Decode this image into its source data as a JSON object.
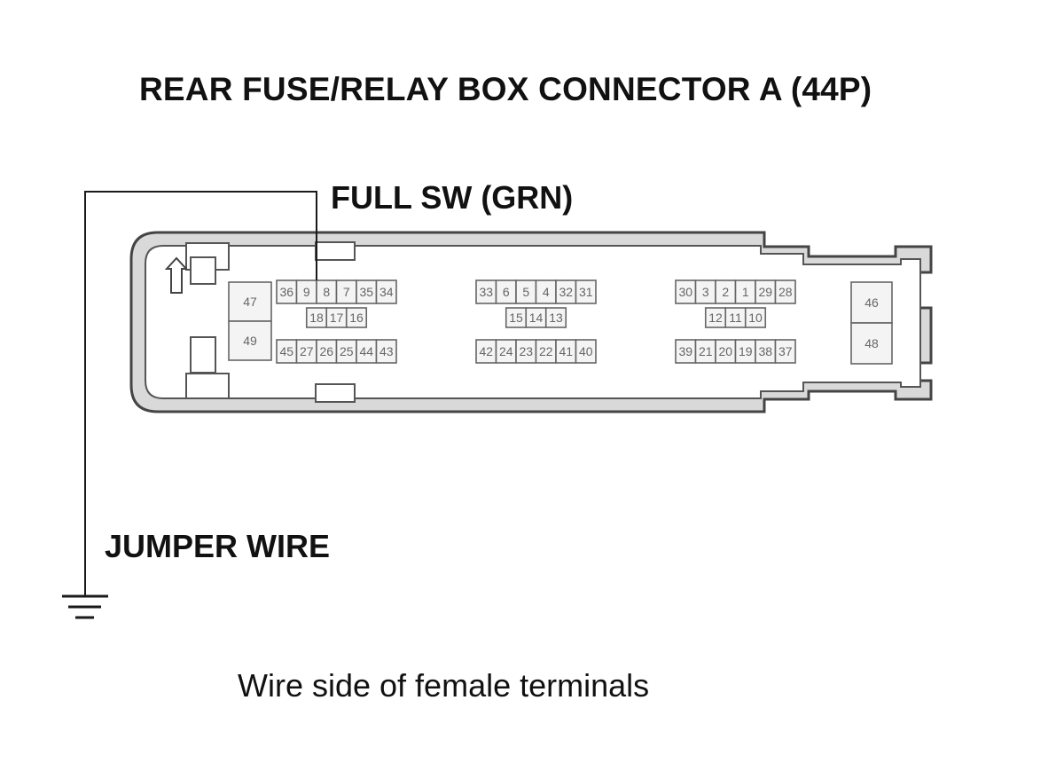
{
  "title": "REAR FUSE/RELAY BOX CONNECTOR A (44P)",
  "wire_label": "FULL SW (GRN)",
  "jumper_label": "JUMPER WIRE",
  "caption": "Wire side of female terminals",
  "connector": {
    "left_cavities": [
      "47",
      "49"
    ],
    "right_cavities": [
      "46",
      "48"
    ],
    "groups": [
      {
        "top": [
          "36",
          "9",
          "8",
          "7",
          "35",
          "34"
        ],
        "middle": [
          "18",
          "17",
          "16"
        ],
        "bottom": [
          "45",
          "27",
          "26",
          "25",
          "44",
          "43"
        ]
      },
      {
        "top": [
          "33",
          "6",
          "5",
          "4",
          "32",
          "31"
        ],
        "middle": [
          "15",
          "14",
          "13"
        ],
        "bottom": [
          "42",
          "24",
          "23",
          "22",
          "41",
          "40"
        ]
      },
      {
        "top": [
          "30",
          "3",
          "2",
          "1",
          "29",
          "28"
        ],
        "middle": [
          "12",
          "11",
          "10"
        ],
        "bottom": [
          "39",
          "21",
          "20",
          "19",
          "38",
          "37"
        ]
      }
    ],
    "probed_terminal": "9"
  },
  "icons": {
    "lock": "lock-tab-arrow-icon",
    "ground": "ground-symbol-icon"
  },
  "colors": {
    "line": "#1a1a1a",
    "outline": "#555555",
    "shell_fill": "#d9d9d9",
    "cavity_fill": "#f4f4f4"
  }
}
